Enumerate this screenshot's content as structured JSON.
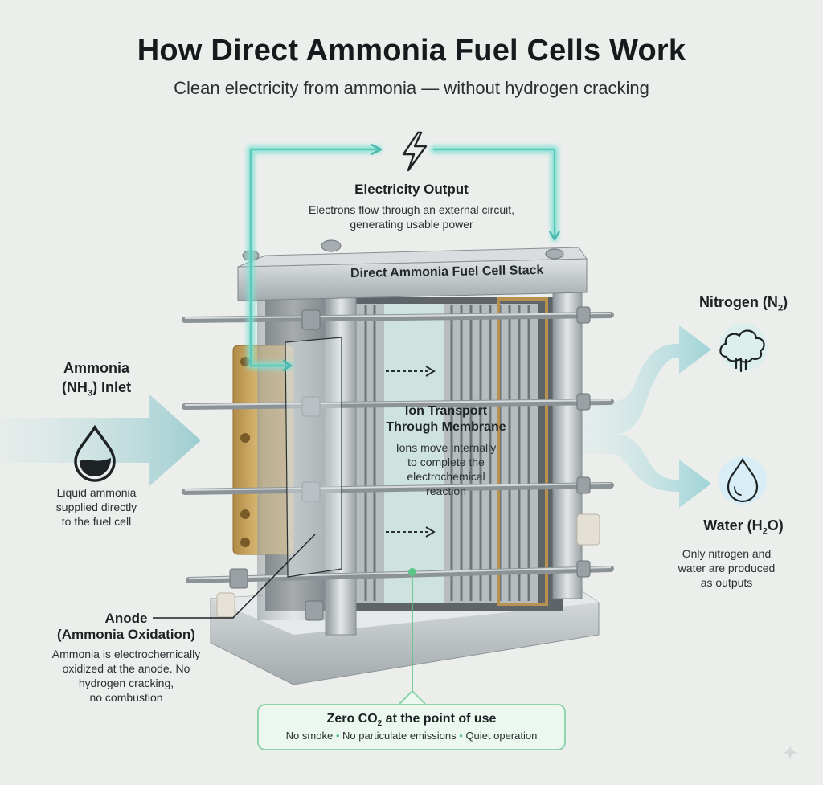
{
  "header": {
    "title": "How Direct Ammonia Fuel Cells Work",
    "subtitle": "Clean electricity from ammonia — without hydrogen cracking"
  },
  "electricity": {
    "title": "Electricity Output",
    "desc": [
      "Electrons flow through an external circuit,",
      "generating usable power"
    ]
  },
  "stack": {
    "label": "Direct Ammonia Fuel Cell Stack"
  },
  "inlet": {
    "title_line1": "Ammonia",
    "title_pre": "(NH",
    "title_sub": "3",
    "title_post": ") Inlet",
    "desc": [
      "Liquid ammonia",
      "supplied directly",
      "to the fuel cell"
    ]
  },
  "membrane": {
    "title": [
      "Ion Transport",
      "Through Membrane"
    ],
    "desc": [
      "Ions move internally",
      "to complete the",
      "electrochemical",
      "reaction"
    ]
  },
  "anode": {
    "title": [
      "Anode",
      "(Ammonia Oxidation)"
    ],
    "desc": [
      "Ammonia is electrochemically",
      "oxidized at the anode. No",
      "hydrogen cracking,",
      "no combustion"
    ]
  },
  "nitrogen": {
    "pre": "Nitrogen (N",
    "sub": "2",
    "post": ")"
  },
  "water": {
    "pre": "Water (H",
    "sub": "2",
    "post": "O)",
    "desc": [
      "Only nitrogen and",
      "water are produced",
      "as outputs"
    ]
  },
  "badge": {
    "title_pre": "Zero CO",
    "title_sub": "2",
    "title_post": " at the point of use",
    "items": [
      "No smoke",
      "No particulate emissions",
      "Quiet operation"
    ]
  },
  "colors": {
    "flow": "#a9d9dc",
    "glow": "#6fd6cc",
    "accent": "#7fcf9e",
    "metal": "#b9bfc2"
  },
  "icons": {
    "electricity": "lightning-icon",
    "inlet": "droplet-half-icon",
    "nitrogen": "cloud-gas-icon",
    "water": "water-drop-icon"
  }
}
